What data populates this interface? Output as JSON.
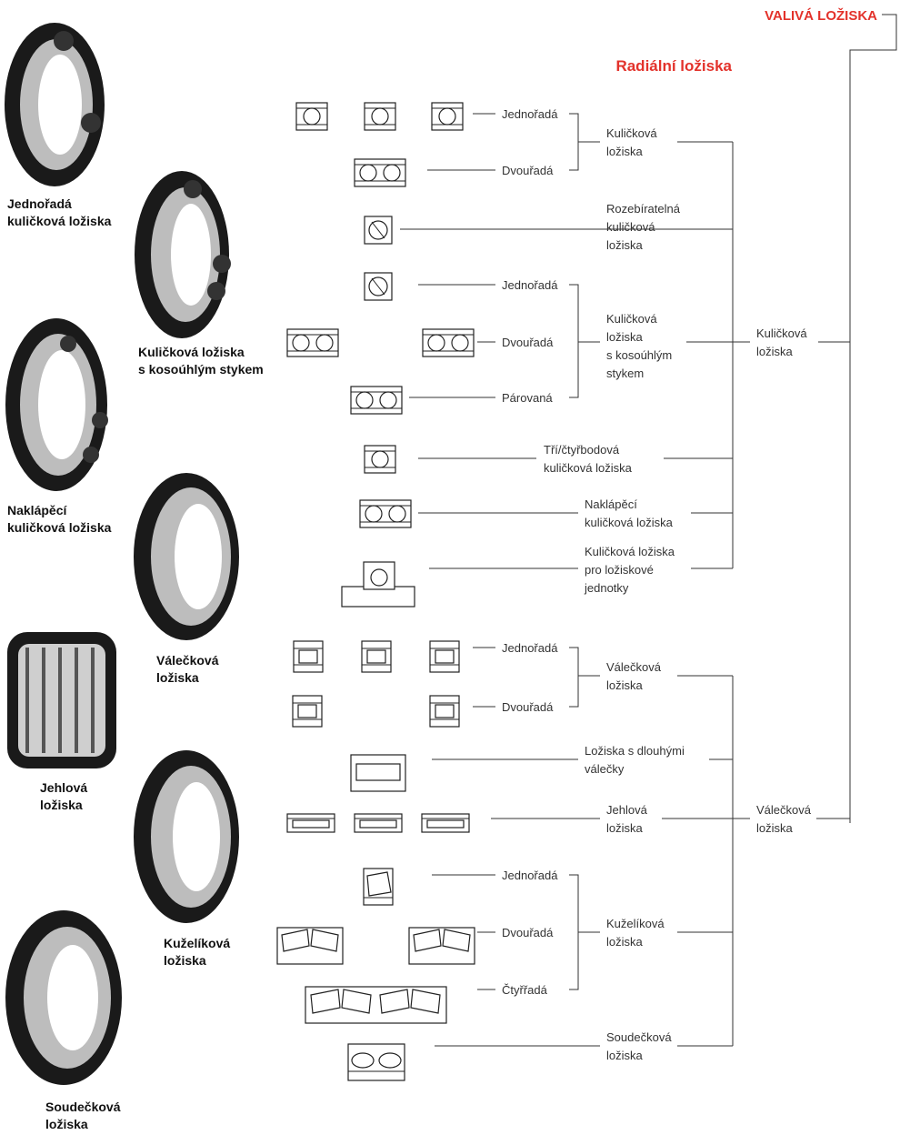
{
  "header": {
    "title": "VALIVÁ LOŽISKA",
    "subtitle": "Radiální ložiska",
    "accent_color": "#e3322b"
  },
  "photos": [
    {
      "name": "photo-single-row-ball",
      "label1": "Jednořadá",
      "label2": "kuličková ložiska"
    },
    {
      "name": "photo-angular-contact",
      "label1": "Kuličková ložiska",
      "label2": "s kosoúhlým stykem"
    },
    {
      "name": "photo-self-aligning",
      "label1": "Naklápěcí",
      "label2": "kuličková ložiska"
    },
    {
      "name": "photo-cylindrical",
      "label1": "Válečková",
      "label2": "ložiska"
    },
    {
      "name": "photo-needle",
      "label1": "Jehlová",
      "label2": "ložiska"
    },
    {
      "name": "photo-tapered",
      "label1": "Kuželíková",
      "label2": "ložiska"
    },
    {
      "name": "photo-spherical-roller",
      "label1": "Soudečková",
      "label2": "ložiska"
    }
  ],
  "rows": {
    "ball_single": "Jednořadá",
    "ball_double": "Dvouřadá",
    "ac_single": "Jednořadá",
    "ac_double": "Dvouřadá",
    "ac_paired": "Párovaná",
    "cyl_single": "Jednořadá",
    "cyl_double": "Dvouřadá",
    "tap_single": "Jednořadá",
    "tap_double": "Dvouřadá",
    "tap_four": "Čtyřřadá"
  },
  "groups": {
    "deep_groove": [
      "Kuličková",
      "ložiska"
    ],
    "separable": [
      "Rozebíratelná",
      "kuličková",
      "ložiska"
    ],
    "angular": [
      "Kuličková",
      "ložiska",
      "s kosoúhlým",
      "stykem"
    ],
    "four_point": [
      "Tří/čtyřbodová",
      "kuličková ložiska"
    ],
    "self_align": [
      "Naklápěcí",
      "kuličková ložiska"
    ],
    "units": [
      "Kuličková ložiska",
      "pro ložiskové",
      "jednotky"
    ],
    "cylindrical": [
      "Válečková",
      "ložiska"
    ],
    "long_roller": [
      "Ložiska s dlouhými",
      "válečky"
    ],
    "needle": [
      "Jehlová",
      "ložiska"
    ],
    "tapered": [
      "Kuželíková",
      "ložiska"
    ],
    "spherical": [
      "Soudečková",
      "ložiska"
    ]
  },
  "categories": {
    "ball": [
      "Kuličková",
      "ložiska"
    ],
    "roller": [
      "Válečková",
      "ložiska"
    ]
  }
}
